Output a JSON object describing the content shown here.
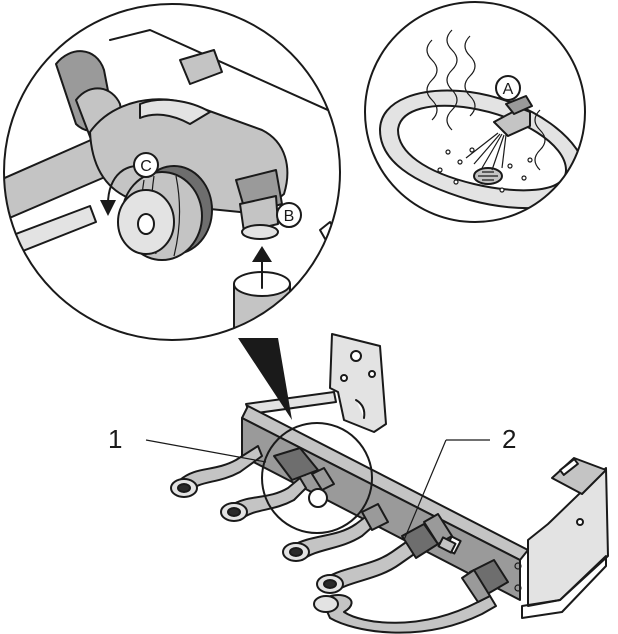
{
  "labels": {
    "callout_a": "A",
    "callout_b": "B",
    "callout_c": "C",
    "number_1": "1",
    "number_2": "2"
  },
  "colors": {
    "line": "#1a1a1a",
    "light_grey": "#e3e3e3",
    "mid_grey": "#c4c4c4",
    "dark_grey": "#6e6e6e",
    "background": "#ffffff"
  }
}
